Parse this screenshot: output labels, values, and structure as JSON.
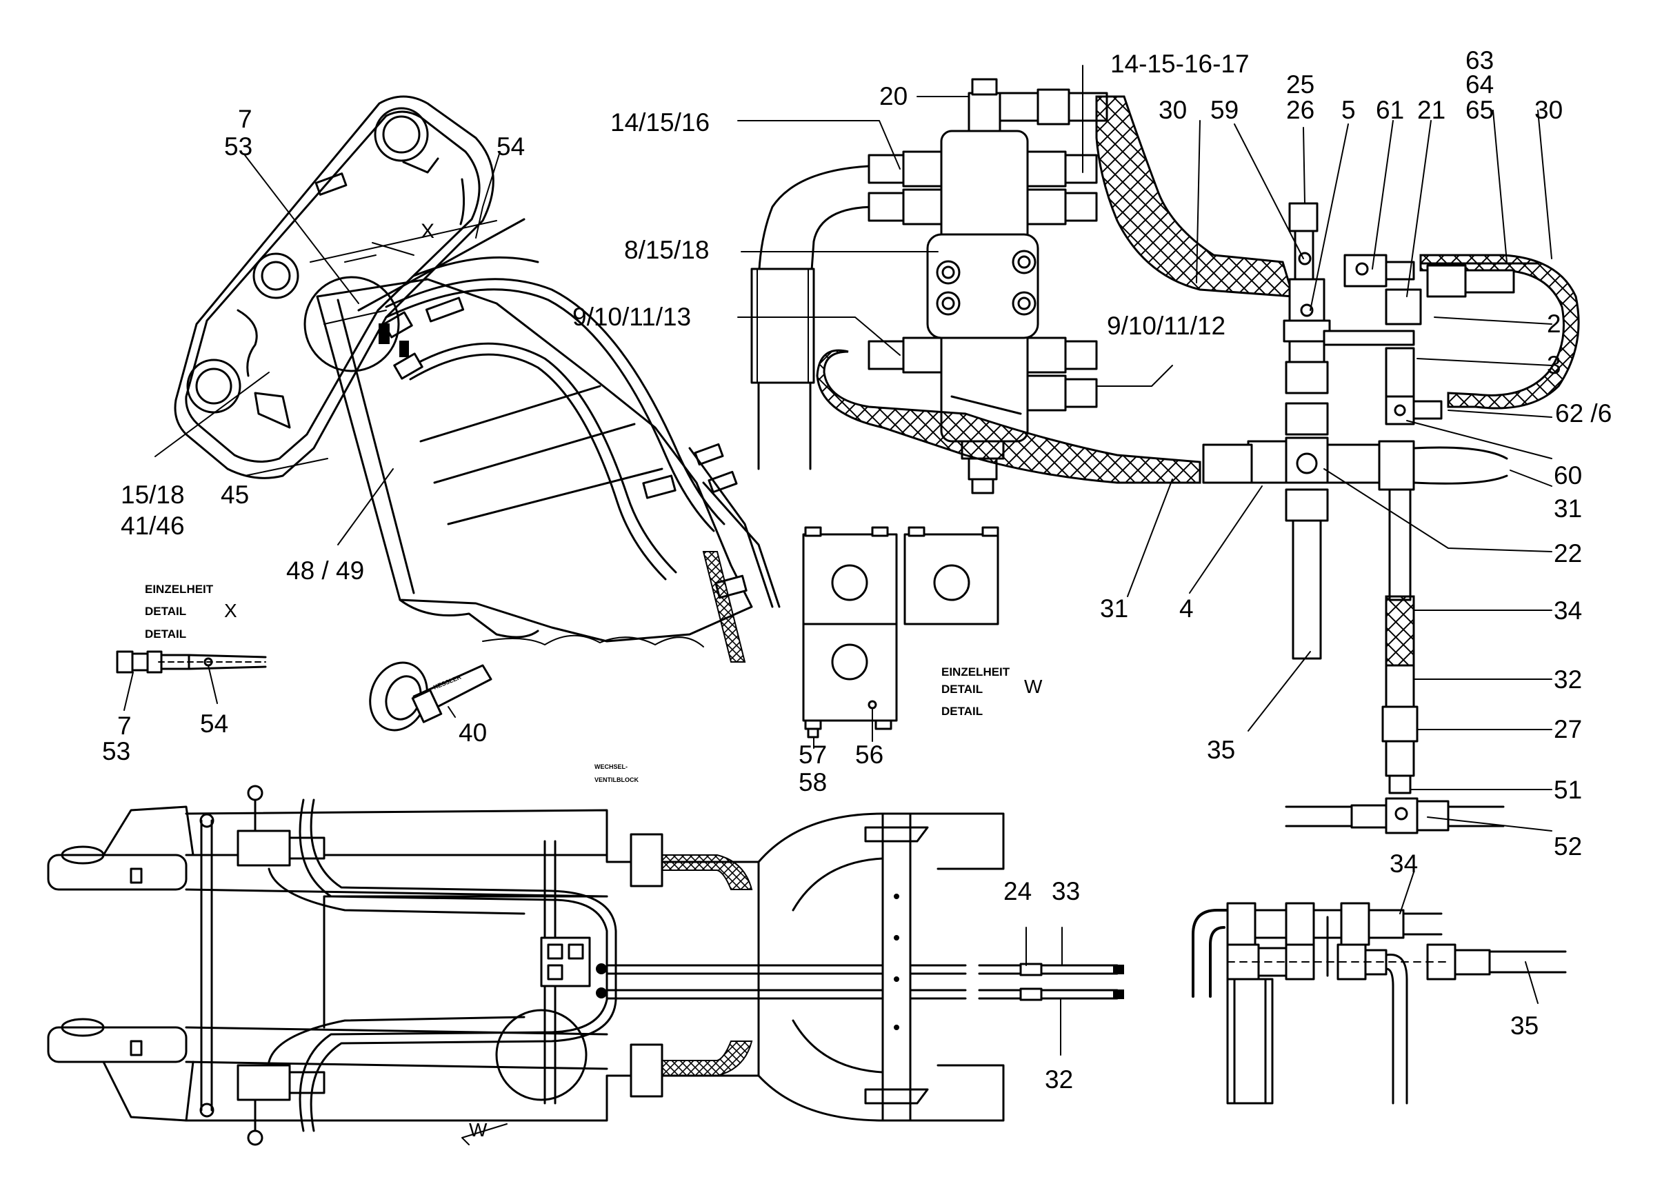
{
  "callouts": {
    "n7": "7",
    "n53": "53",
    "n54": "54",
    "x_marker": "X",
    "n15_18": "15/18",
    "n41_46": "41/46",
    "n45": "45",
    "n48_49": "48 / 49",
    "n14_15_16_17": "14-15-16-17",
    "n20": "20",
    "n14_15_16": "14/15/16",
    "n8_15_18": "8/15/18",
    "n9_10_11_13": "9/10/11/13",
    "n9_10_11_12": "9/10/11/12",
    "n30_left": "30",
    "n59": "59",
    "n25": "25",
    "n26": "26",
    "n5": "5",
    "n61": "61",
    "n21": "21",
    "n63": "63",
    "n64": "64",
    "n65": "65",
    "n30_right": "30",
    "n2": "2",
    "n3": "3",
    "n62_6": "62 /6",
    "n60": "60",
    "n31_right": "31",
    "n22": "22",
    "n31_left": "31",
    "n4": "4",
    "n34_top": "34",
    "n32_right": "32",
    "n35_top": "35",
    "n27": "27",
    "n51": "51",
    "n52": "52",
    "n57": "57",
    "n58": "58",
    "n56": "56",
    "w_marker": "W",
    "n40": "40",
    "detailx_7": "7",
    "detailx_53": "53",
    "detailx_54": "54",
    "n24": "24",
    "n33": "33",
    "n32_bottom": "32",
    "n34_bottom": "34",
    "n35_bottom": "35",
    "w_bottom": "W"
  },
  "detail_x": {
    "line1": "EINZELHEIT",
    "line2": "DETAIL",
    "line3": "DETAIL",
    "marker": "X"
  },
  "detail_w": {
    "line1": "EINZELHEIT",
    "line2": "DETAIL",
    "line3": "DETAIL",
    "marker": "W"
  },
  "valve_block_label": {
    "line1": "WECHSEL-",
    "line2": "VENTILBLOCK"
  },
  "clip_text": "KESSLER"
}
